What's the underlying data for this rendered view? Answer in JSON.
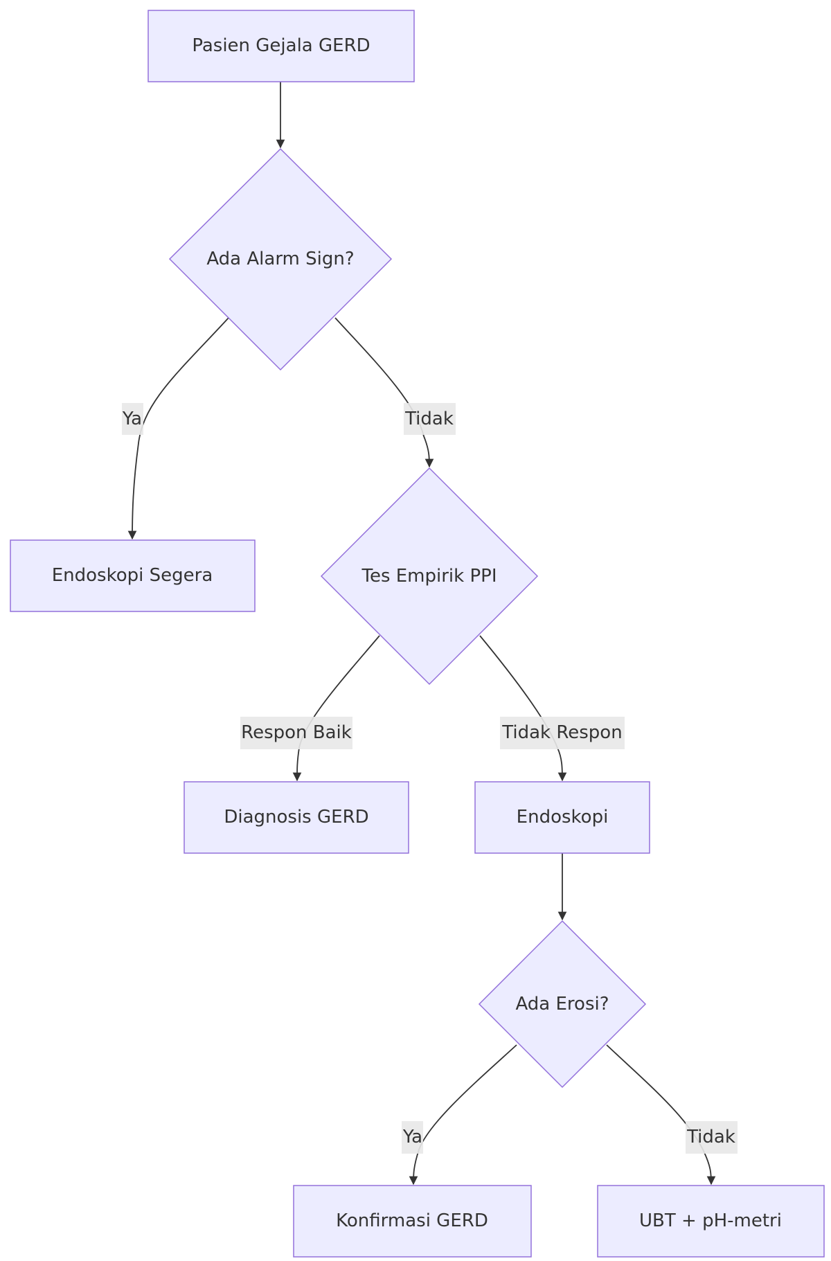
{
  "colors": {
    "node_fill": "#ECECFF",
    "node_stroke": "#9370DB",
    "edge": "#333333",
    "label_bg": "#E8E8E8"
  },
  "nodes": {
    "start": "Pasien Gejala GERD",
    "alarm": "Ada Alarm Sign?",
    "endoskopi_segera": "Endoskopi Segera",
    "tes_ppi": "Tes Empirik PPI",
    "diagnosis": "Diagnosis GERD",
    "endoskopi": "Endoskopi",
    "erosi": "Ada Erosi?",
    "konfirmasi": "Konfirmasi GERD",
    "ubt": "UBT + pH-metri"
  },
  "edge_labels": {
    "alarm_yes": "Ya",
    "alarm_no": "Tidak",
    "ppi_good": "Respon Baik",
    "ppi_bad": "Tidak Respon",
    "erosi_yes": "Ya",
    "erosi_no": "Tidak"
  }
}
